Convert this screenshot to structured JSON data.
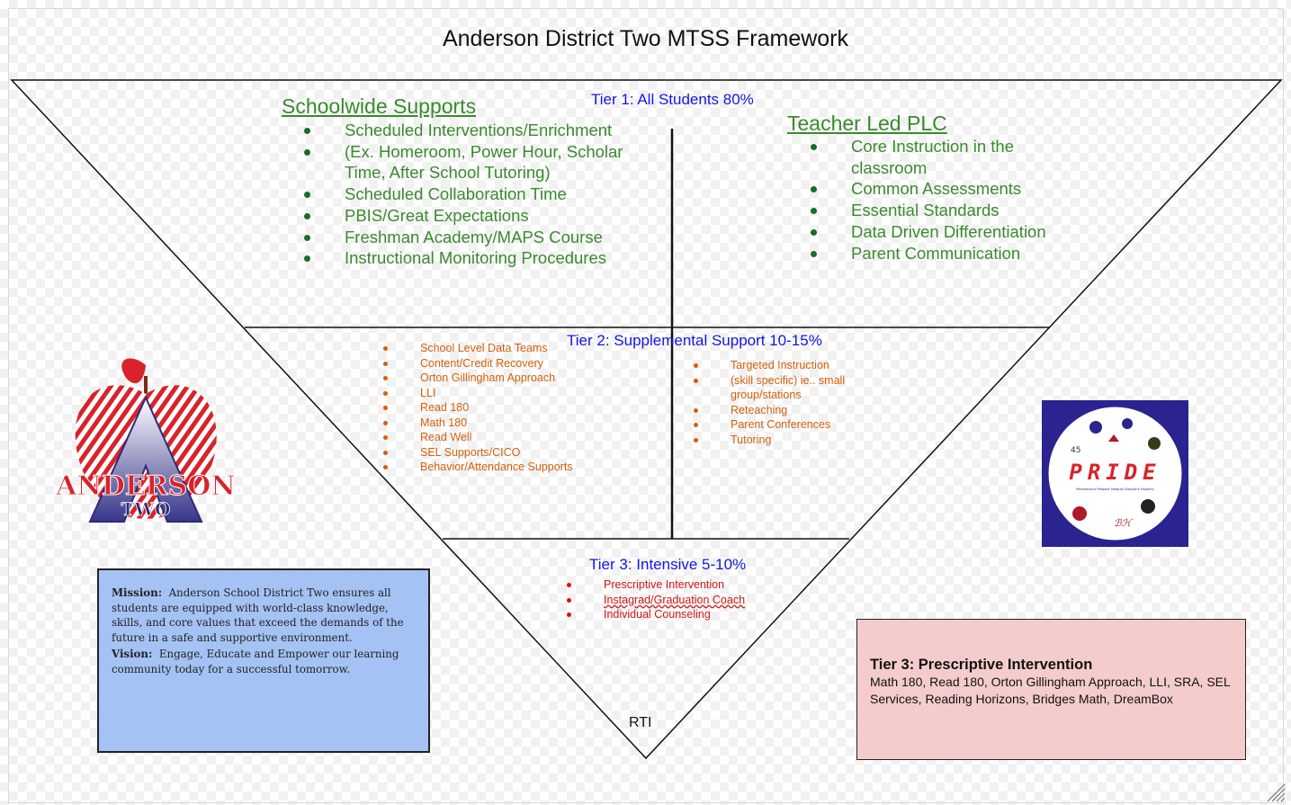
{
  "title": "Anderson District Two MTSS Framework",
  "tiers": {
    "tier1": "Tier 1: All Students 80%",
    "tier2": "Tier 2: Supplemental Support 10-15%",
    "tier3": "Tier 3: Intensive 5-10%"
  },
  "rti_label": "RTI",
  "schoolwide": {
    "heading": "Schoolwide Supports",
    "items": [
      {
        "text": "Scheduled Interventions/Enrichment",
        "bullet": true
      },
      {
        "text": "(Ex. Homeroom, Power Hour, Scholar Time, After School Tutoring)",
        "bullet": true
      },
      {
        "text": "Scheduled Collaboration Time",
        "bullet": true
      },
      {
        "text": "PBIS/Great Expectations",
        "bullet": true
      },
      {
        "text": "Freshman Academy/MAPS Course",
        "bullet": true
      },
      {
        "text": "Instructional Monitoring Procedures",
        "bullet": true
      }
    ]
  },
  "plc": {
    "heading": "Teacher Led PLC",
    "items": [
      {
        "text": "Core Instruction in the classroom",
        "bullet": true
      },
      {
        "text": "Common Assessments",
        "bullet": true
      },
      {
        "text": "Essential Standards",
        "bullet": true
      },
      {
        "text": "Data Driven Differentiation",
        "bullet": true
      },
      {
        "text": "Parent Communication",
        "bullet": true
      }
    ]
  },
  "tier2_left": [
    "School Level Data Teams",
    "Content/Credit Recovery",
    "Orton Gillingham Approach",
    "LLI",
    "Read 180",
    "Math 180",
    "Read Well",
    "SEL Supports/CICO",
    "Behavior/Attendance Supports"
  ],
  "tier2_right": [
    "Targeted Instruction",
    "(skill specific) ie.. small group/stations",
    "Reteaching",
    "Parent Conferences",
    "Tutoring"
  ],
  "tier3_items": [
    "Prescriptive Intervention",
    "Instagrad/Graduation Coach",
    "Individual  Counseling"
  ],
  "logo_anderson": {
    "word1": "ANDERSON",
    "word2": "TWO"
  },
  "logo_pride": {
    "word": "PRIDE",
    "tagline": "Perseverance  Respect  Integrity  Discipline  Empathy"
  },
  "mission": {
    "mission_label": "Mission:",
    "mission_text": "Anderson School District Two ensures all students are equipped with world-class  knowledge, skills, and core values that exceed the demands of the future in a safe and  supportive environment.",
    "vision_label": "Vision:",
    "vision_text": "Engage, Educate and Empower our learning community today for a successful tomorrow."
  },
  "tier3_box": {
    "title": "Tier 3: Prescriptive Intervention",
    "body": "Math 180, Read 180, Orton Gillingham Approach, LLI, SRA, SEL Services, Reading Horizons, Bridges Math, DreamBox"
  },
  "colors": {
    "tier_label": "#1515e6",
    "tier1_text": "#3a8a2e",
    "tier2_text": "#d45f0c",
    "tier3_text": "#d11616",
    "mission_bg": "#a4c2f4",
    "tier3_box_bg": "#f4cccc"
  }
}
